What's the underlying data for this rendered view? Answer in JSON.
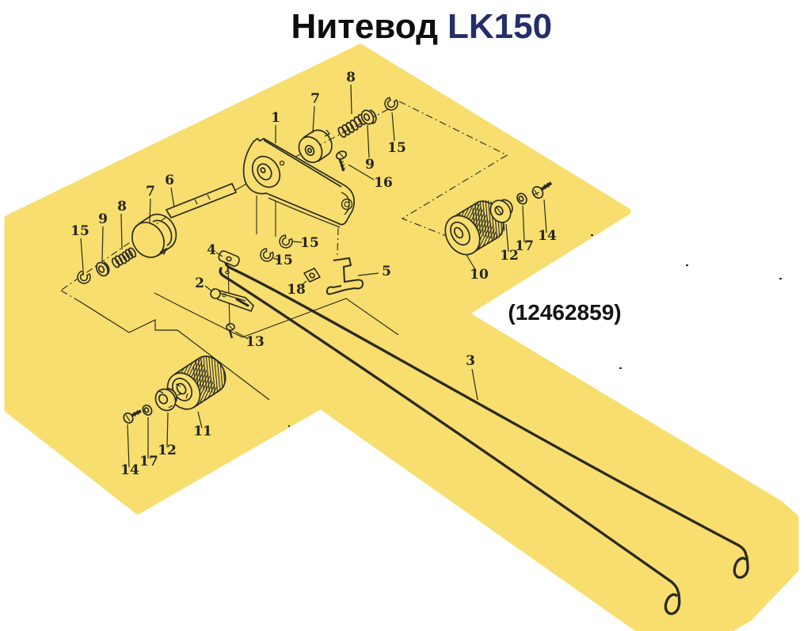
{
  "title": {
    "part_name": "Нитевод",
    "model": "LK150"
  },
  "part_code": "(12462859)",
  "colors": {
    "background": "#FFFFFF",
    "panel_yellow": "#F7DE6E",
    "ink": "#2B2A1F",
    "title_black": "#0D0D0D",
    "model_navy": "#242E6A"
  },
  "diagram": {
    "type": "exploded-parts-diagram",
    "subject": "LK150 yarn guide assembly",
    "callouts": [
      {
        "label": "1"
      },
      {
        "label": "7"
      },
      {
        "label": "8"
      },
      {
        "label": "9"
      },
      {
        "label": "15"
      },
      {
        "label": "16"
      },
      {
        "label": "6"
      },
      {
        "label": "7"
      },
      {
        "label": "8"
      },
      {
        "label": "9"
      },
      {
        "label": "15"
      },
      {
        "label": "4"
      },
      {
        "label": "2"
      },
      {
        "label": "13"
      },
      {
        "label": "15"
      },
      {
        "label": "15"
      },
      {
        "label": "18"
      },
      {
        "label": "5"
      },
      {
        "label": "10"
      },
      {
        "label": "12"
      },
      {
        "label": "17"
      },
      {
        "label": "14"
      },
      {
        "label": "11"
      },
      {
        "label": "12"
      },
      {
        "label": "17"
      },
      {
        "label": "14"
      },
      {
        "label": "3"
      }
    ]
  }
}
